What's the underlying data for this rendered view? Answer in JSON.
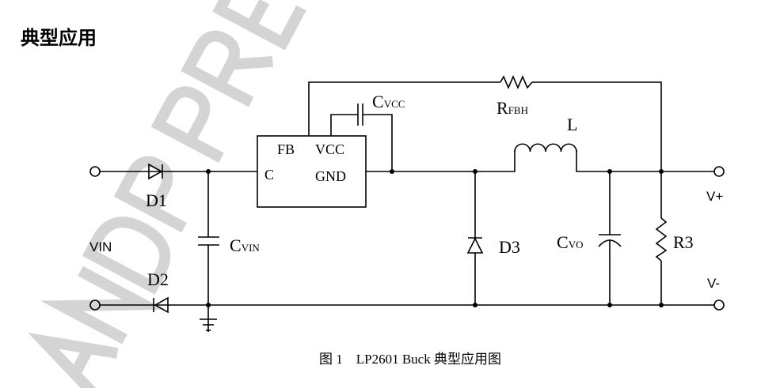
{
  "heading": "典型应用",
  "watermark": "LANDP PRELIM",
  "labels": {
    "fb": "FB",
    "vcc": "VCC",
    "c": "C",
    "gnd": "GND",
    "cvcc_main": "C",
    "cvcc_sub": "VCC",
    "rfbh_main": "R",
    "rfbh_sub": "FBH",
    "l": "L",
    "d1": "D1",
    "d2": "D2",
    "d3": "D3",
    "vin": "VIN",
    "cvin_main": "C",
    "cvin_sub": "VIN",
    "cvo_main": "C",
    "cvo_sub": "VO",
    "r3": "R3",
    "vplus": "V+",
    "vminus": "V-"
  },
  "caption": "图 1    LP2601 Buck 典型应用图"
}
